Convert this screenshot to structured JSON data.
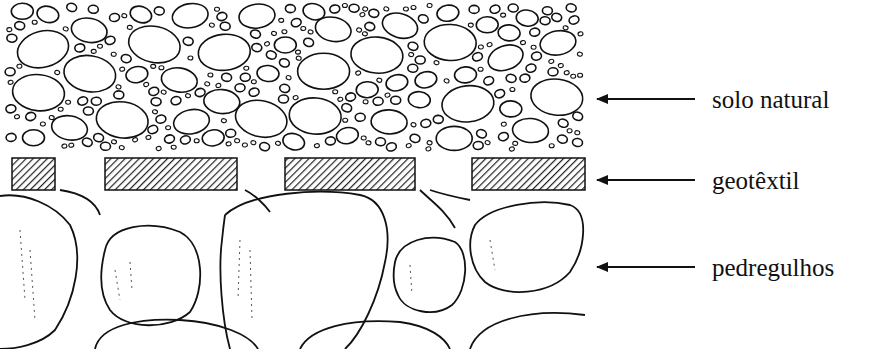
{
  "diagram": {
    "labels": [
      "solo natural",
      "geotêxtil",
      "pedregulhos"
    ]
  }
}
